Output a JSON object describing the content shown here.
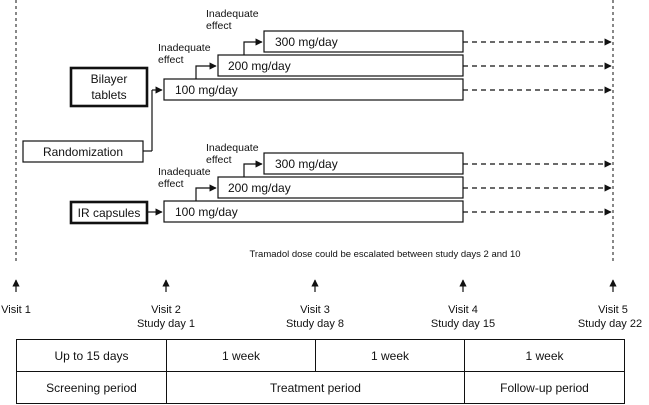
{
  "groups": [
    {
      "name": "Bilayer tablets",
      "label_lines": [
        "Bilayer",
        "tablets"
      ],
      "doses": [
        "100 mg/day",
        "200 mg/day",
        "300 mg/day"
      ]
    },
    {
      "name": "IR capsules",
      "label_lines": [
        "IR capsules"
      ],
      "doses": [
        "100 mg/day",
        "200 mg/day",
        "300 mg/day"
      ]
    }
  ],
  "randomization_label": "Randomization",
  "escalation_label_lines": [
    "Inadequate",
    "effect"
  ],
  "escalation_note": "Tramadol dose could be escalated between study days 2 and 10",
  "visits": [
    {
      "name": "Visit 1",
      "day": ""
    },
    {
      "name": "Visit 2",
      "day": "Study day 1"
    },
    {
      "name": "Visit 3",
      "day": "Study day 8"
    },
    {
      "name": "Visit 4",
      "day": "Study day 15"
    },
    {
      "name": "Visit 5",
      "day": "Study day 22"
    }
  ],
  "timeline": {
    "durations": [
      "Up to 15 days",
      "1 week",
      "1 week",
      "1 week"
    ],
    "periods": [
      "Screening period",
      "Treatment period",
      "Follow-up period"
    ]
  }
}
